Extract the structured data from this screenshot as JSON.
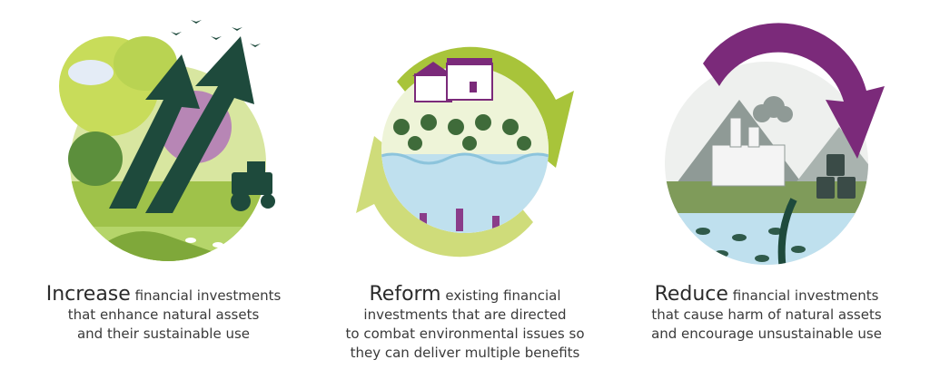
{
  "panels": [
    {
      "keyword": "Increase",
      "line1_rest": " financial investments",
      "line2": "that enhance natural assets",
      "line3": "and their sustainable use",
      "line4": ""
    },
    {
      "keyword": "Reform",
      "line1_rest": " existing financial",
      "line2": "investments that are directed",
      "line3": "to combat environmental issues so",
      "line4": "they can deliver multiple benefits"
    },
    {
      "keyword": "Reduce",
      "line1_rest": " financial investments",
      "line2": "that cause harm of natural assets",
      "line3": "and encourage unsustainable use",
      "line4": ""
    }
  ],
  "colors": {
    "dark_green": "#1e4a3c",
    "lime": "#a8c43a",
    "light_green": "#cfdc7a",
    "purple": "#7b2a7a",
    "water": "#bfe0ee",
    "grey": "#8f9a96"
  }
}
